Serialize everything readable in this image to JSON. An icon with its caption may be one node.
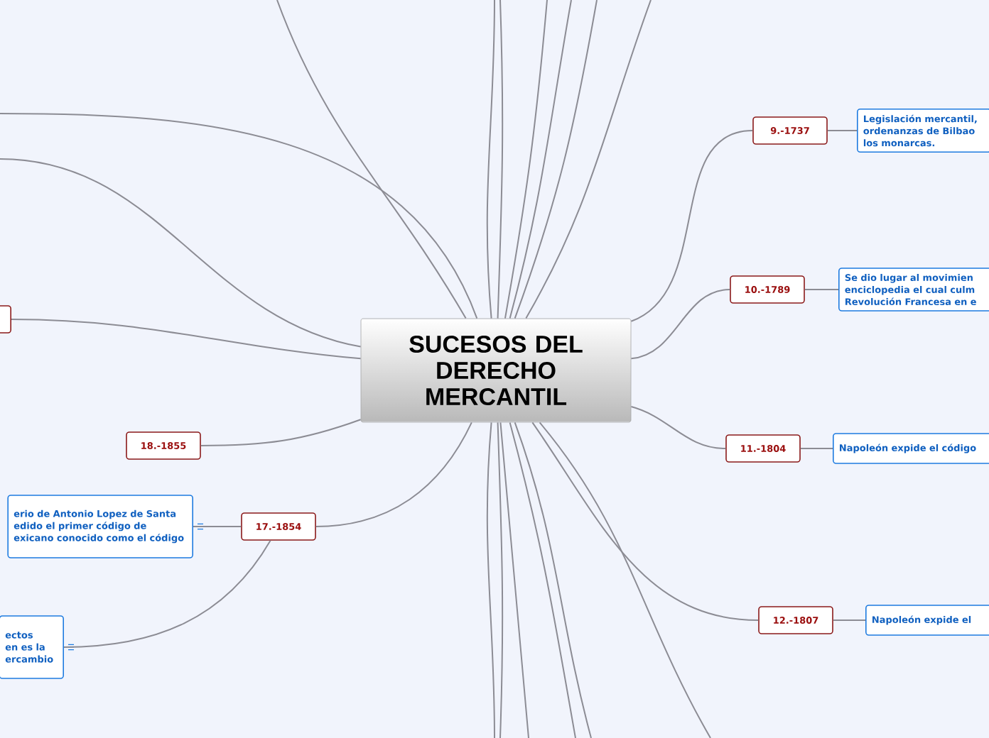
{
  "diagram": {
    "nodes": [
      {
        "text": [
          "SUCESOS DEL DERECHO MERCANTIL"
        ]
      },
      {
        "text": [
          "9.-1737"
        ]
      },
      {
        "text": [
          "Legislación mercantil, ordenanzas de Bilbao los monarcas."
        ]
      },
      {
        "text": [
          "10.-1789"
        ]
      },
      {
        "text": [
          "Se dio lugar al movimien enciclopedia el cual culm Revolución Francesa en e"
        ]
      },
      {
        "text": [
          "11.-1804"
        ]
      },
      {
        "text": [
          "Napoleón expide el código"
        ]
      },
      {
        "text": [
          "12.-1807"
        ]
      },
      {
        "text": [
          "Napoleón expide el"
        ]
      },
      {
        "text": [
          "17.-1854"
        ]
      },
      {
        "text": [
          "erio de Antonio Lopez de Santa edido el primer código de exicano conocido como el código"
        ]
      },
      {
        "text": [
          "ectos en es la ercambio"
        ]
      },
      {
        "text": [
          "18.-1855"
        ]
      },
      {
        "text": [],
        "shape": "box"
      }
    ],
    "edges": [
      {
        "from": 0,
        "to": 1,
        "arrow": "none"
      },
      {
        "from": 1,
        "to": 2,
        "arrow": "none"
      },
      {
        "from": 0,
        "to": 3,
        "arrow": "none"
      },
      {
        "from": 3,
        "to": 4,
        "arrow": "none"
      },
      {
        "from": 0,
        "to": 5,
        "arrow": "none"
      },
      {
        "from": 5,
        "to": 6,
        "arrow": "none"
      },
      {
        "from": 0,
        "to": 7,
        "arrow": "none"
      },
      {
        "from": 7,
        "to": 8,
        "arrow": "none"
      },
      {
        "from": 0,
        "to": 9,
        "arrow": "none"
      },
      {
        "from": 9,
        "to": 10,
        "arrow": "none"
      },
      {
        "from": 9,
        "to": 11,
        "arrow": "none"
      },
      {
        "from": 0,
        "to": 12,
        "arrow": "none"
      },
      {
        "from": 0,
        "to": 13,
        "arrow": "none"
      },
      {
        "from": 0,
        "to": null,
        "arrow": "none"
      },
      {
        "from": 0,
        "to": null,
        "arrow": "none"
      },
      {
        "from": 0,
        "to": null,
        "arrow": "none"
      },
      {
        "from": 0,
        "to": null,
        "arrow": "none"
      },
      {
        "from": 0,
        "to": null,
        "arrow": "none"
      },
      {
        "from": 0,
        "to": null,
        "arrow": "none"
      },
      {
        "from": 0,
        "to": null,
        "arrow": "none"
      },
      {
        "from": 0,
        "to": null,
        "arrow": "none"
      },
      {
        "from": 0,
        "to": null,
        "arrow": "none"
      },
      {
        "from": 0,
        "to": null,
        "arrow": "none"
      },
      {
        "from": 0,
        "to": null,
        "arrow": "none"
      },
      {
        "from": 0,
        "to": null,
        "arrow": "none"
      },
      {
        "from": 0,
        "to": null,
        "arrow": "none"
      },
      {
        "from": 0,
        "to": null,
        "arrow": "none"
      },
      {
        "from": 0,
        "to": null,
        "arrow": "none"
      }
    ]
  }
}
